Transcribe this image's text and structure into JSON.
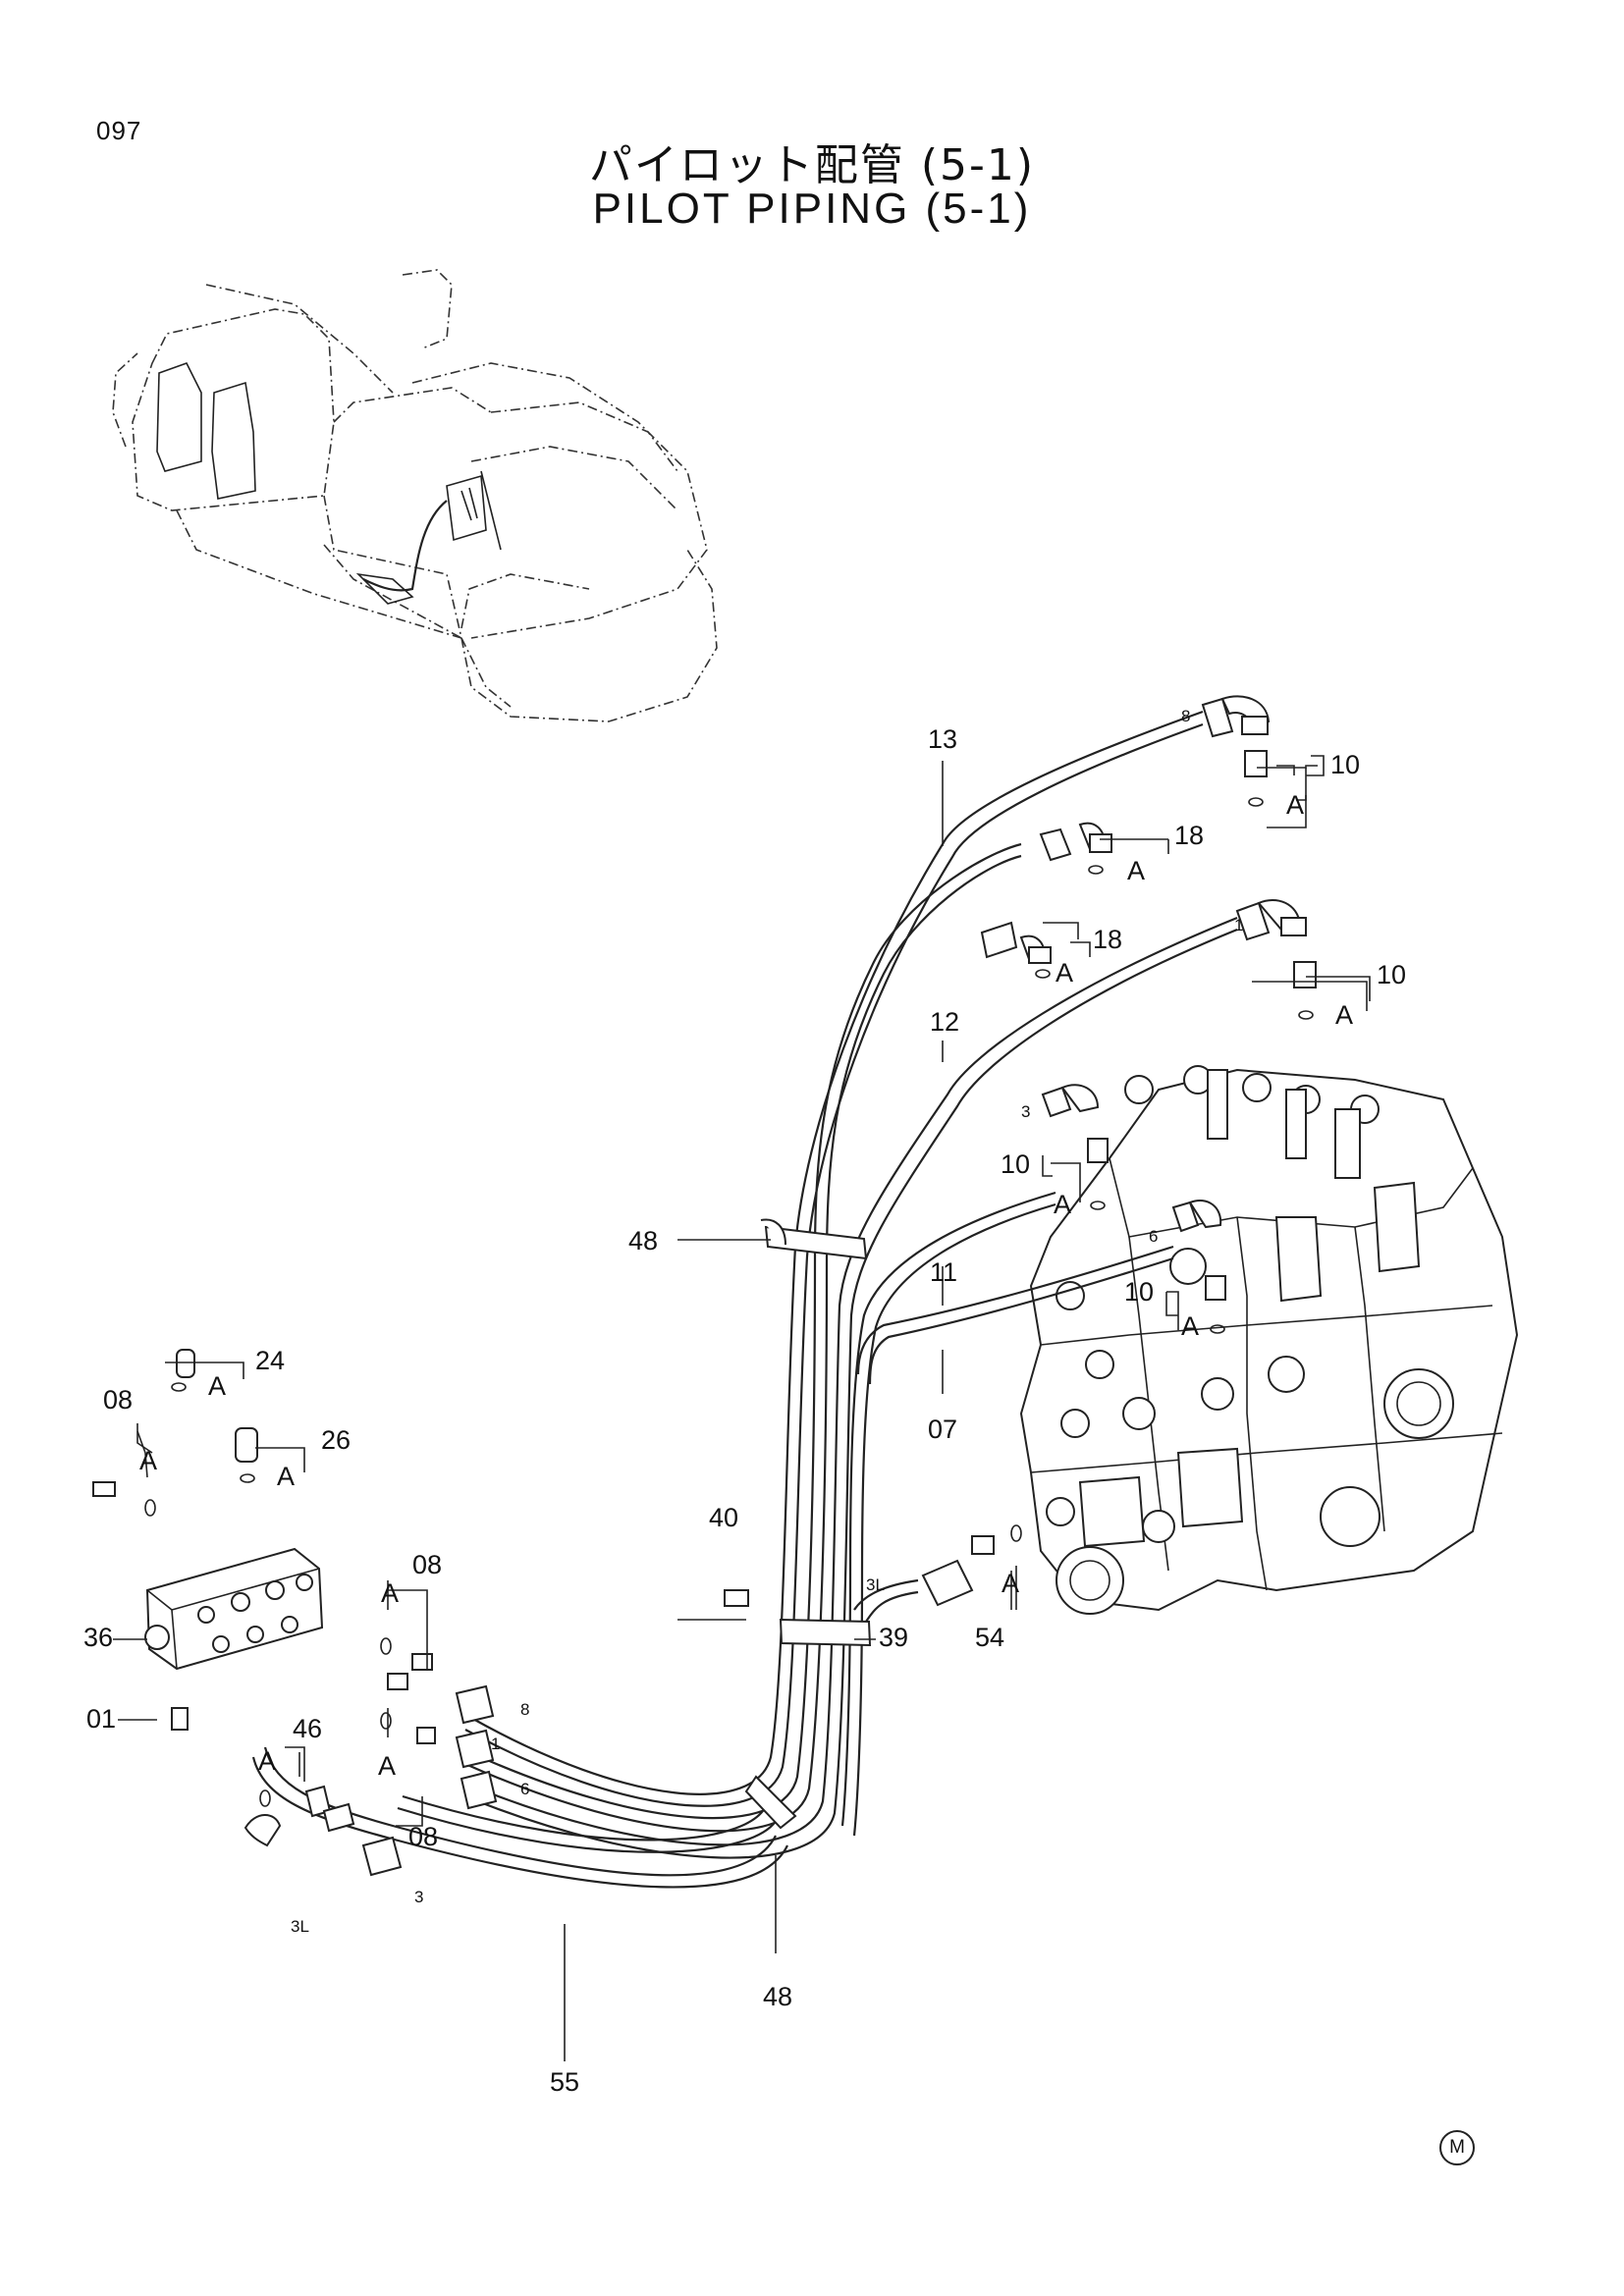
{
  "page_number": "097",
  "title": {
    "japanese": "パイロット配管 (5-1)",
    "english": "PILOT PIPING (5-1)"
  },
  "marker_symbol": "M",
  "callouts": {
    "c13": "13",
    "c10a": "10",
    "c18a": "18",
    "c18b": "18",
    "c10b": "10",
    "c12": "12",
    "c10c": "10",
    "c11": "11",
    "c48a": "48",
    "c10d": "10",
    "c07": "07",
    "c24": "24",
    "c08a": "08",
    "c26": "26",
    "c40": "40",
    "c36": "36",
    "c08b": "08",
    "c39": "39",
    "c54": "54",
    "c01": "01",
    "c46": "46",
    "c08c": "08",
    "c48b": "48",
    "c55": "55"
  },
  "seal_labels": {
    "a1": "A",
    "a2": "A",
    "a3": "A",
    "a4": "A",
    "a5": "A",
    "a6": "A",
    "a7": "A",
    "a8": "A",
    "a9": "A",
    "a10": "A",
    "a11": "A",
    "a12": "A",
    "a13": "A"
  },
  "hose_marks": {
    "h8top": "8",
    "h1top": "1",
    "h3top": "3",
    "h6top": "6",
    "h3Ltop": "3L",
    "h8bot": "8",
    "h1bot": "1",
    "h6bot": "6",
    "h3bot": "3",
    "h3Lbot": "3L"
  }
}
